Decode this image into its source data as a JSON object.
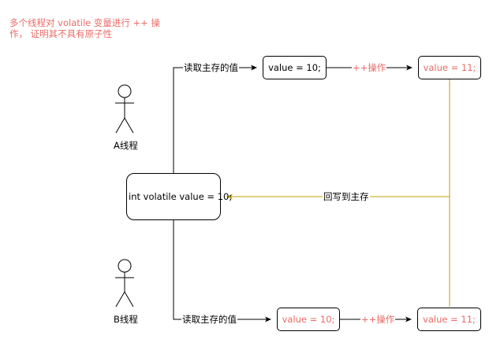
{
  "colors": {
    "red": "#ea6b66",
    "gold": "#c0a000",
    "black": "#000000"
  },
  "title": {
    "line1": "多个线程对 volatile 变量进行 ++ 操",
    "line2": "作， 证明其不具有原子性"
  },
  "shared_box": {
    "text": "int volatile value = 10;"
  },
  "thread_a": {
    "actor_label": "A线程",
    "read_label": "读取主存的值",
    "read_box": "value = 10;",
    "op_label": "++操作",
    "result_box": "value = 11;"
  },
  "thread_b": {
    "actor_label": "B线程",
    "read_label": "读取主存的值",
    "read_box": "value = 10;",
    "op_label": "++操作",
    "result_box": "value = 11;"
  },
  "writeback_label": "回写到主存"
}
